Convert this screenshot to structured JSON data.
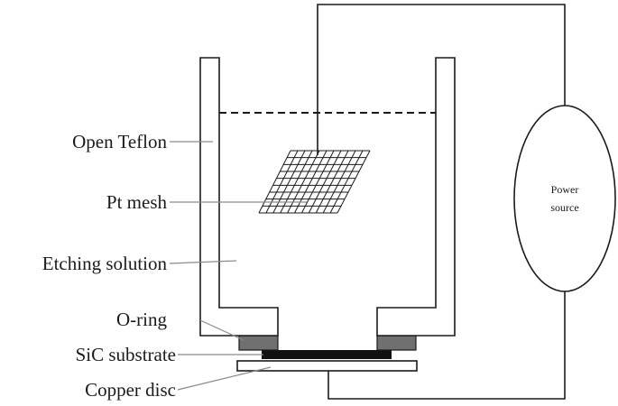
{
  "labels": {
    "open_teflon": "Open Teflon",
    "pt_mesh": "Pt mesh",
    "etching_solution": "Etching solution",
    "o_ring": "O-ring",
    "sic_substrate": "SiC substrate",
    "copper_disc": "Copper disc"
  },
  "power_source": {
    "line1": "Power",
    "line2": "source"
  },
  "colors": {
    "line": "#1a1a1a",
    "leader": "#8a8a8a",
    "o_ring_fill": "#707070",
    "substrate_fill": "#111111",
    "background": "#ffffff"
  }
}
